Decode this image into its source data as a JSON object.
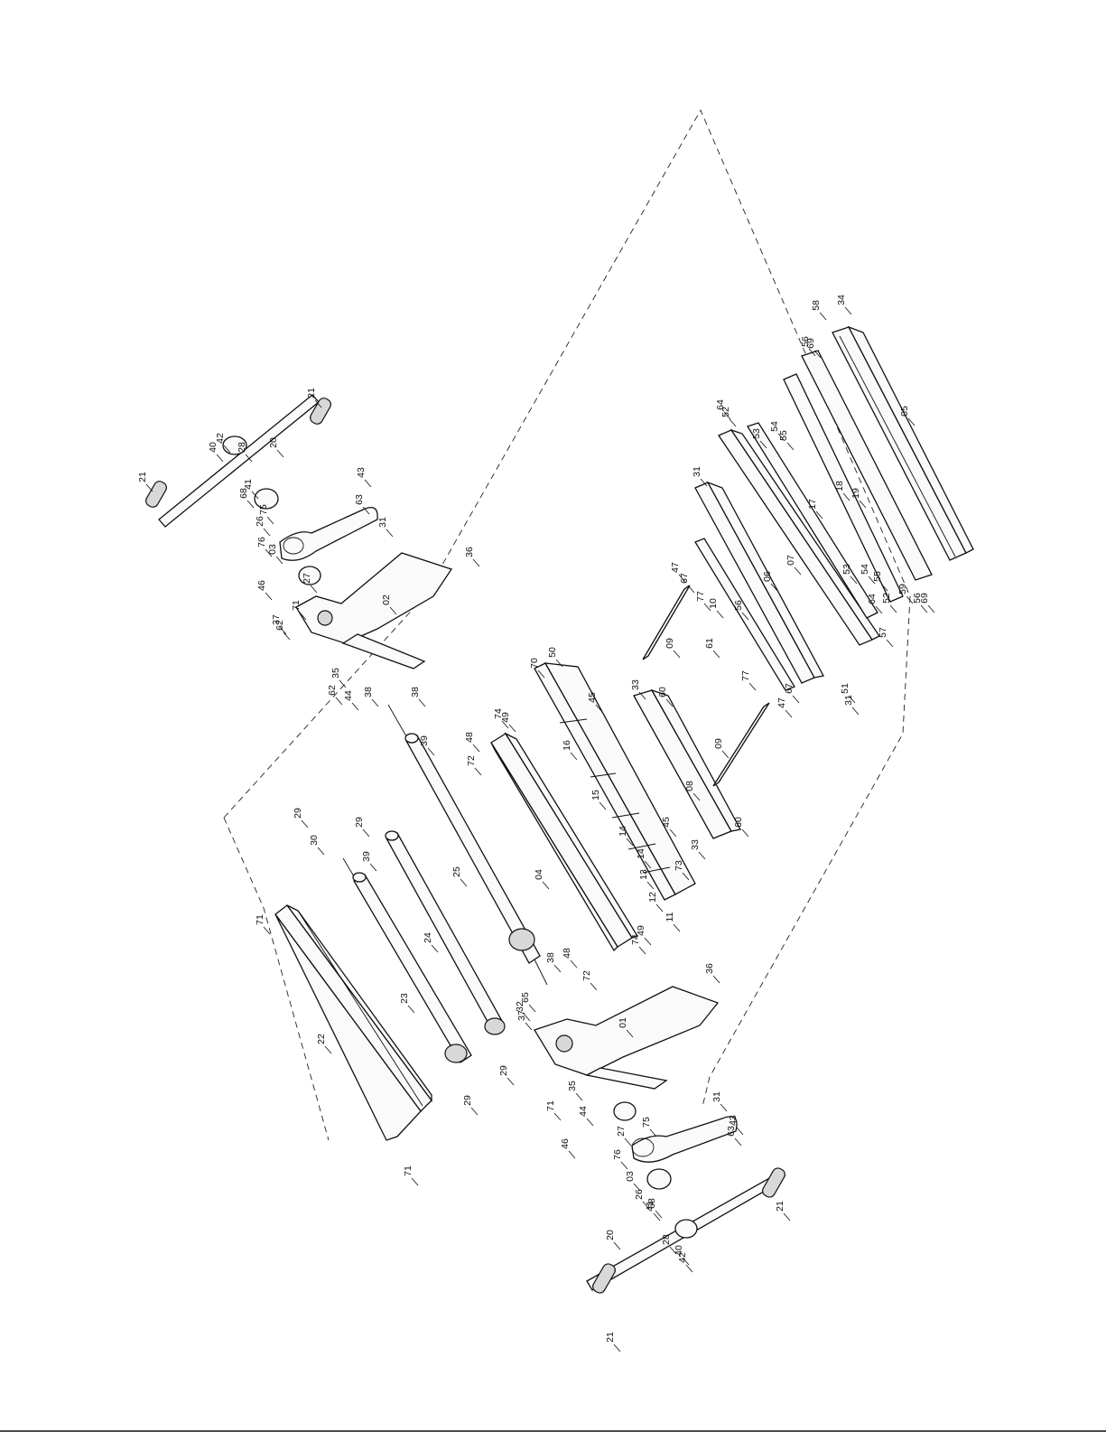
{
  "figure": {
    "type": "exploded parts diagram",
    "callouts": [
      "01",
      "02",
      "03",
      "04",
      "05",
      "06",
      "07",
      "08",
      "09",
      "10",
      "11",
      "12",
      "13",
      "14",
      "15",
      "16",
      "17",
      "18",
      "19",
      "20",
      "21",
      "22",
      "23",
      "24",
      "25",
      "26",
      "27",
      "28",
      "29",
      "30",
      "31",
      "32",
      "33",
      "34",
      "35",
      "36",
      "37",
      "38",
      "39",
      "40",
      "41",
      "42",
      "43",
      "44",
      "45",
      "46",
      "47",
      "48",
      "49",
      "50",
      "51",
      "52",
      "53",
      "54",
      "55",
      "56",
      "57",
      "58",
      "59",
      "60",
      "61",
      "62",
      "63",
      "64",
      "65",
      "67",
      "68",
      "69",
      "70",
      "71",
      "72",
      "73",
      "74",
      "75",
      "76",
      "77"
    ]
  }
}
